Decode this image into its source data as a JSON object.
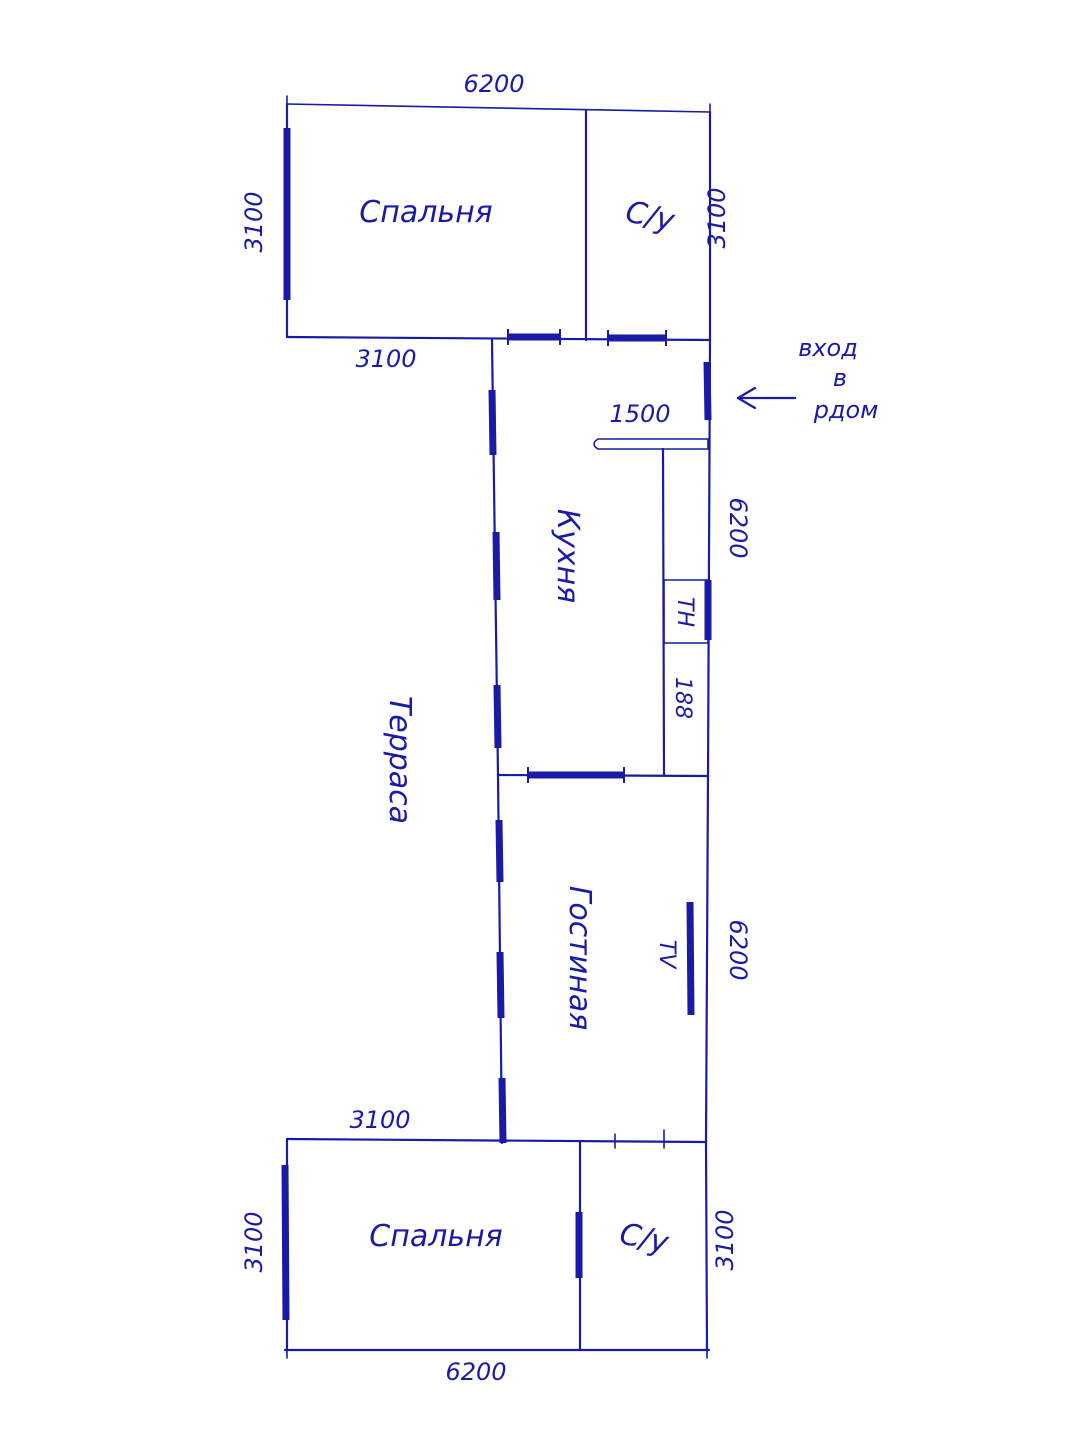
{
  "rooms": {
    "bedroom_top": "Спальня",
    "bath_top": "С/у",
    "kitchen": "Кухня",
    "living": "Гостиная",
    "terrace": "Терраса",
    "bedroom_bottom": "Спальня",
    "bath_bottom": "С/у",
    "tn": "ТН",
    "tv": "TV"
  },
  "dimensions": {
    "top_width": "6200",
    "top_left_height": "3100",
    "top_right_height": "3100",
    "top_bottom_segment": "3100",
    "entry_width": "1500",
    "kitchen_right": "6200",
    "small_188": "188",
    "living_right": "6200",
    "bottom_top_segment": "3100",
    "bottom_left_height": "3100",
    "bottom_right_height": "3100",
    "bottom_width": "6200"
  },
  "entrance": {
    "line1": "вход",
    "line2": "в",
    "line3": "рдом"
  },
  "colors": {
    "ink": "#1a1aa6",
    "paper": "#ffffff"
  }
}
